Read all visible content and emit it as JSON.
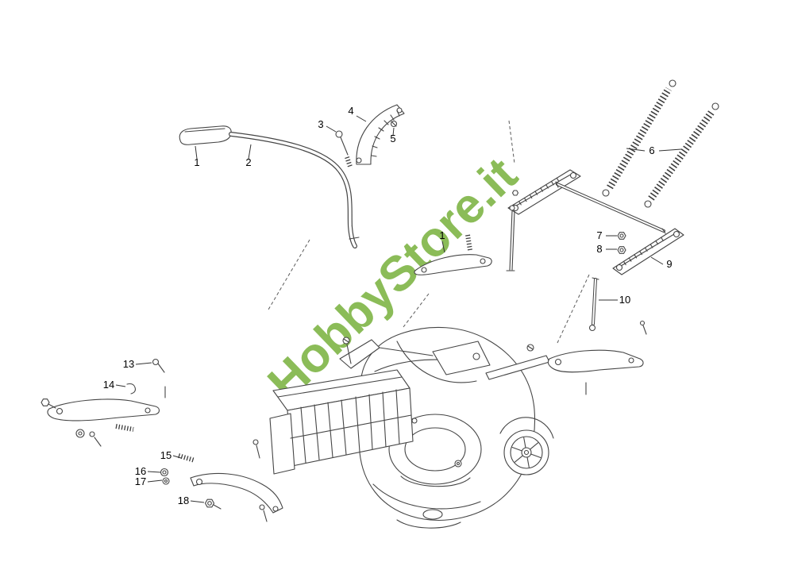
{
  "watermark": {
    "text": "HobbyStore.it",
    "color": "#7cb342"
  },
  "parts": [
    {
      "label": "1"
    },
    {
      "label": "2"
    },
    {
      "label": "3"
    },
    {
      "label": "4"
    },
    {
      "label": "5"
    },
    {
      "label": "6"
    },
    {
      "label": "7"
    },
    {
      "label": "8"
    },
    {
      "label": "9"
    },
    {
      "label": "10"
    },
    {
      "label": "1"
    },
    {
      "label": "13"
    },
    {
      "label": "14"
    },
    {
      "label": "15"
    },
    {
      "label": "16"
    },
    {
      "label": "17"
    },
    {
      "label": "18"
    }
  ]
}
